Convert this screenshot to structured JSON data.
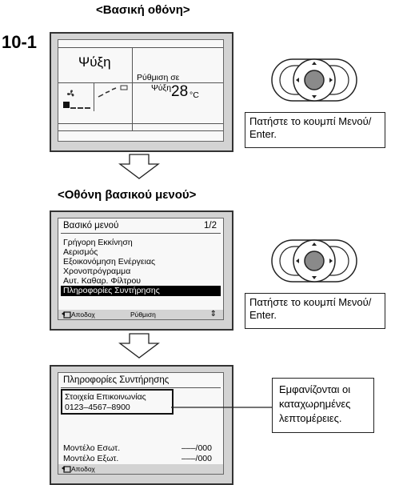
{
  "sections": {
    "basic_screen_title": "<Βασική οθόνη>",
    "step_number": "10-1",
    "main_menu_screen_title": "<Οθόνη βασικού μενού>"
  },
  "screen1": {
    "mode": "Ψύξη",
    "setpoint_label": "Ρύθμιση σε",
    "setpoint_mode": "Ψύξη",
    "setpoint_value": "28",
    "setpoint_unit": "°C"
  },
  "screen2": {
    "title": "Βασικό μενού",
    "page": "1/2",
    "items": [
      "Γρήγορη Εκκίνηση",
      "Αερισμός",
      "Εξοικονόμηση Ενέργειας",
      "Χρονοπρόγραμμα",
      "Αυτ. Καθαρ. Φίλτρου",
      "Πληροφορίες Συντήρησης"
    ],
    "selected_index": 5,
    "bottom_return": "Αποδοχ",
    "bottom_setting": "Ρύθμιση",
    "bottom_arrows": "⇕"
  },
  "screen3": {
    "title": "Πληροφορίες Συντήρησης",
    "contact_label": "Στοιχεία Επικοινωνίας",
    "contact_phone": "0123–4567–8900",
    "indoor_label": "Μοντέλο Εσωτ.",
    "indoor_value": "–––/000",
    "outdoor_label": "Μοντέλο Εξωτ.",
    "outdoor_value": "–––/000",
    "bottom_return": "Αποδοχ"
  },
  "callouts": {
    "press_menu_1": "Πατήστε το κουμπί Μενού/ Enter.",
    "press_menu_2": "Πατήστε το κουμπί Μενού/ Enter.",
    "details_shown": "Εμφανίζονται οι καταχωρημένες λεπτομέρειες."
  },
  "icons": {
    "fan": "fan-icon",
    "louver": "louver-icon",
    "return": "return-icon",
    "arrow": "down-arrow-icon",
    "controller": "controller-button-icon"
  }
}
